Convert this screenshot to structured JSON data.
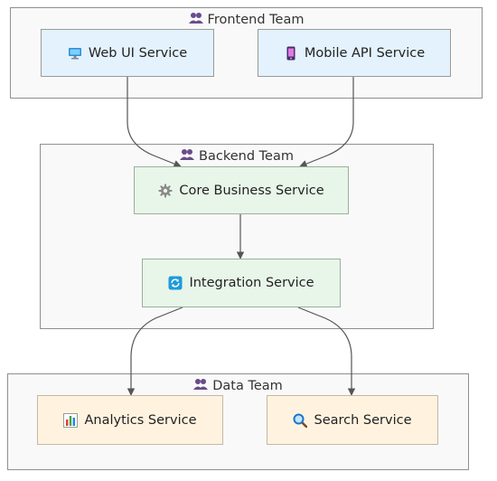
{
  "groups": {
    "frontend": {
      "title": "Frontend Team",
      "icon": "people-icon"
    },
    "backend": {
      "title": "Backend Team",
      "icon": "people-icon"
    },
    "data": {
      "title": "Data Team",
      "icon": "people-icon"
    }
  },
  "nodes": {
    "web_ui": {
      "label": "Web UI Service",
      "icon": "monitor-icon"
    },
    "mobile_api": {
      "label": "Mobile API Service",
      "icon": "mobile-phone-icon"
    },
    "core": {
      "label": "Core Business Service",
      "icon": "gear-icon"
    },
    "integration": {
      "label": "Integration Service",
      "icon": "sync-arrows-icon"
    },
    "analytics": {
      "label": "Analytics Service",
      "icon": "bar-chart-icon"
    },
    "search": {
      "label": "Search Service",
      "icon": "magnifier-icon"
    }
  },
  "edges": [
    {
      "from": "web_ui",
      "to": "core"
    },
    {
      "from": "mobile_api",
      "to": "core"
    },
    {
      "from": "core",
      "to": "integration"
    },
    {
      "from": "integration",
      "to": "analytics"
    },
    {
      "from": "integration",
      "to": "search"
    }
  ],
  "colors": {
    "group_fill": "#f9f9f9",
    "group_border": "#8f8f8f",
    "frontend_fill": "#e3f2fd",
    "backend_fill": "#e8f5e9",
    "data_fill": "#fff3e0",
    "edge": "#555555"
  }
}
